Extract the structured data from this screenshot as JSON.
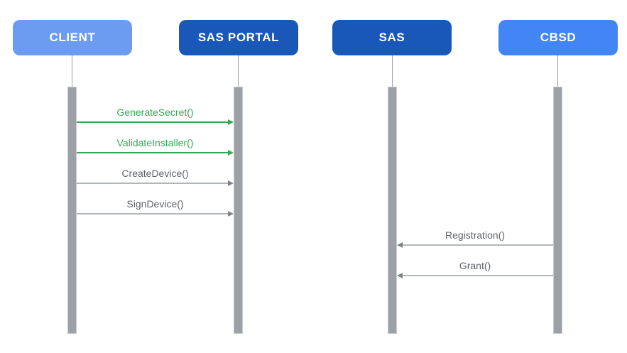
{
  "diagram": {
    "type": "sequence-diagram",
    "actors": [
      {
        "label": "CLIENT",
        "color": "#6B9CF2"
      },
      {
        "label": "SAS PORTAL",
        "color": "#1957B9"
      },
      {
        "label": "SAS",
        "color": "#1957B9"
      },
      {
        "label": "CBSD",
        "color": "#4285F4"
      }
    ],
    "messages": [
      {
        "label": "GenerateSecret()",
        "from": "CLIENT",
        "to": "SAS PORTAL",
        "direction": "right",
        "text_color": "#34A853",
        "line_color": "#34A853",
        "head_color": "#34A853"
      },
      {
        "label": "ValidateInstaller()",
        "from": "CLIENT",
        "to": "SAS PORTAL",
        "direction": "right",
        "text_color": "#34A853",
        "line_color": "#34A853",
        "head_color": "#34A853"
      },
      {
        "label": "CreateDevice()",
        "from": "CLIENT",
        "to": "SAS PORTAL",
        "direction": "right",
        "text_color": "#5F6368",
        "line_color": "#B3B6B9",
        "head_color": "#7E8287"
      },
      {
        "label": "SignDevice()",
        "from": "CLIENT",
        "to": "SAS PORTAL",
        "direction": "right",
        "text_color": "#5F6368",
        "line_color": "#B3B6B9",
        "head_color": "#7E8287"
      },
      {
        "label": "Registration()",
        "from": "CBSD",
        "to": "SAS",
        "direction": "left",
        "text_color": "#5F6368",
        "line_color": "#B3B6B9",
        "head_color": "#7E8287"
      },
      {
        "label": "Grant()",
        "from": "CBSD",
        "to": "SAS",
        "direction": "left",
        "text_color": "#5F6368",
        "line_color": "#B3B6B9",
        "head_color": "#7E8287"
      }
    ],
    "colors": {
      "background": "#FFFFFF",
      "activation_bar_fill": "#9CA1A7",
      "activation_bar_border": "#C8CBCE",
      "lifeline": "#9AA0A6",
      "actor_text": "#FFFFFF"
    }
  }
}
